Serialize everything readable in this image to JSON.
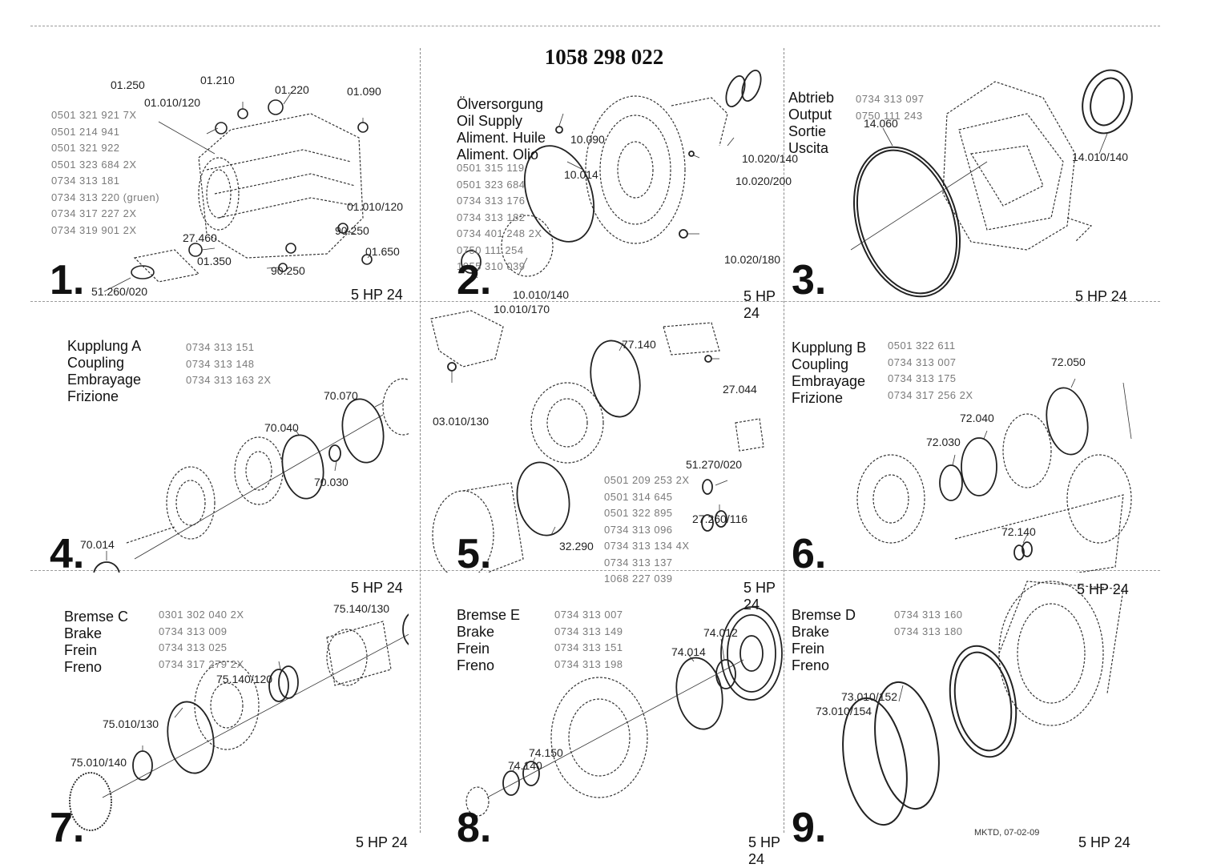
{
  "part_number": "1058 298 022",
  "model": "5 HP 24",
  "footer_stamp": "MKTD, 07-02-09",
  "panels": [
    {
      "number": "1.",
      "header": [],
      "codes": [
        "0501 321 921 7X",
        "0501 214 941",
        "0501 321 922",
        "0501 323 684 2X",
        "0734 313 181",
        "0734 313 220 (gruen)",
        "0734 317 227 2X",
        "0734 319 901 2X"
      ],
      "labels": [
        "01.250",
        "01.210",
        "01.220",
        "01.090",
        "01.010/120",
        "01.010/120",
        "90.250",
        "27.460",
        "01.650",
        "01.350",
        "90.250",
        "51.260/020"
      ]
    },
    {
      "number": "2.",
      "header": [
        "Ölversorgung",
        "Oil Supply",
        "Aliment. Huile",
        "Aliment. Olio"
      ],
      "codes": [
        "0501 315 119",
        "0501 323 684",
        "0734 313 176",
        "0734 313 182",
        "0734 401 248 2X",
        "0750 111 254",
        "1055 310 039"
      ],
      "labels": [
        "10.090",
        "10.014",
        "10.020/140",
        "10.020/200",
        "10.020/180",
        "10.010/140",
        "10.010/170"
      ]
    },
    {
      "number": "3.",
      "header": [
        "Abtrieb",
        "Output",
        "Sortie",
        "Uscita"
      ],
      "codes": [
        "0734 313 097",
        "0750 111 243"
      ],
      "labels": [
        "14.060",
        "14.010/140"
      ]
    },
    {
      "number": "4.",
      "header": [
        "Kupplung A",
        "Coupling",
        "Embrayage",
        "Frizione"
      ],
      "codes": [
        "0734 313 151",
        "0734 313 148",
        "0734 313 163 2X"
      ],
      "labels": [
        "70.070",
        "70.040",
        "70.030",
        "70.014"
      ]
    },
    {
      "number": "5.",
      "header": [],
      "codes": [
        "0501 209 253 2X",
        "0501 314 645",
        "0501 322 895",
        "0734 313 096",
        "0734 313 134 4X",
        "0734 313 137",
        "1068 227 039"
      ],
      "labels": [
        "77.140",
        "27.044",
        "03.010/130",
        "51.270/020",
        "27.260/116",
        "32.290"
      ]
    },
    {
      "number": "6.",
      "header": [
        "Kupplung B",
        "Coupling",
        "Embrayage",
        "Frizione"
      ],
      "codes": [
        "0501 322 611",
        "0734 313 007",
        "0734 313 175",
        "0734 317 256 2X"
      ],
      "labels": [
        "72.050",
        "72.040",
        "72.030",
        "72.140"
      ]
    },
    {
      "number": "7.",
      "header": [
        "Bremse C",
        "Brake",
        "Frein",
        "Freno"
      ],
      "codes": [
        "0301 302 040 2X",
        "0734 313 009",
        "0734 313 025",
        "0734 317 279 2X"
      ],
      "labels": [
        "75.140/130",
        "75.140/120",
        "75.010/130",
        "75.010/140"
      ]
    },
    {
      "number": "8.",
      "header": [
        "Bremse E",
        "Brake",
        "Frein",
        "Freno"
      ],
      "codes": [
        "0734 313 007",
        "0734 313 149",
        "0734 313 151",
        "0734 313 198"
      ],
      "labels": [
        "74.012",
        "74.014",
        "74.150",
        "74.140"
      ]
    },
    {
      "number": "9.",
      "header": [
        "Bremse D",
        "Brake",
        "Frein",
        "Freno"
      ],
      "codes": [
        "0734 313 160",
        "0734 313 180"
      ],
      "labels": [
        "73.010/152",
        "73.010/154"
      ]
    }
  ]
}
